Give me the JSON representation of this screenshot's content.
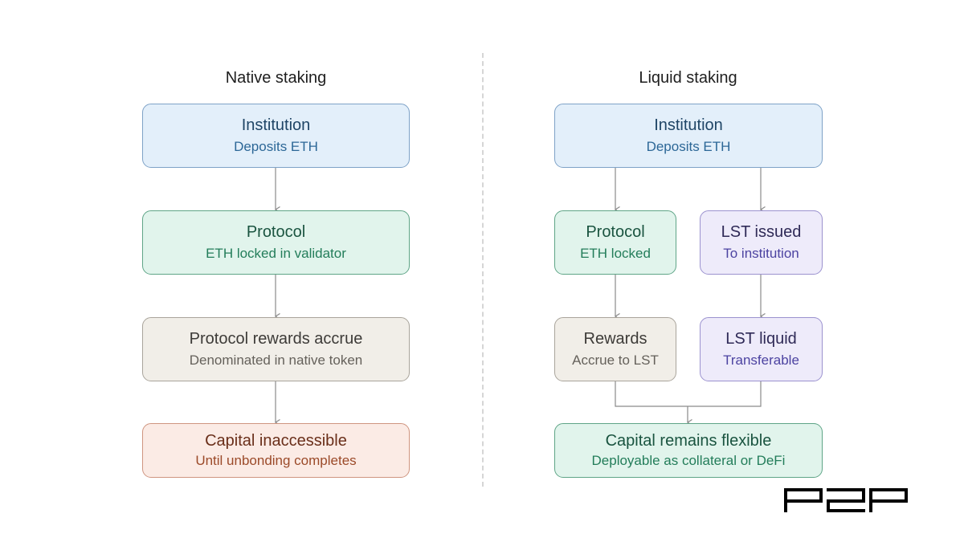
{
  "native": {
    "heading": "Native staking",
    "institution": {
      "title": "Institution",
      "sub": "Deposits ETH"
    },
    "protocol": {
      "title": "Protocol",
      "sub": "ETH locked in validator"
    },
    "rewards": {
      "title": "Protocol rewards accrue",
      "sub": "Denominated in native token"
    },
    "capital": {
      "title": "Capital inaccessible",
      "sub": "Until unbonding completes"
    }
  },
  "liquid": {
    "heading": "Liquid staking",
    "institution": {
      "title": "Institution",
      "sub": "Deposits ETH"
    },
    "protocol": {
      "title": "Protocol",
      "sub": "ETH locked"
    },
    "lst_issued": {
      "title": "LST issued",
      "sub": "To institution"
    },
    "rewards": {
      "title": "Rewards",
      "sub": "Accrue to LST"
    },
    "lst_liquid": {
      "title": "LST liquid",
      "sub": "Transferable"
    },
    "capital": {
      "title": "Capital remains flexible",
      "sub": "Deployable as collateral or DeFi"
    }
  },
  "logo": {
    "text": "P2P"
  },
  "colors": {
    "blue_fill": "#e3effa",
    "green_fill": "#e1f4ec",
    "beige_fill": "#f1eee8",
    "salmon_fill": "#fbebe5",
    "purple_fill": "#eeebfa",
    "arrow": "#8a8a8a"
  }
}
